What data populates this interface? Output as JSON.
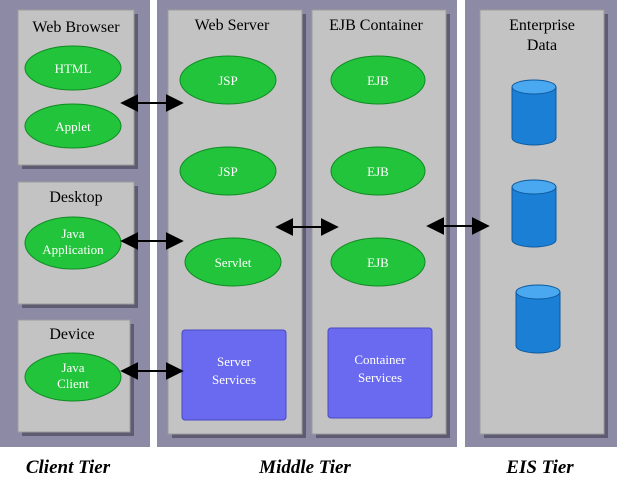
{
  "colors": {
    "tier_background": "#8d8aa6",
    "panel_fill": "#c3c3c3",
    "panel_stroke": "#9c9c9c",
    "shadow": "#5e5b72",
    "component_green": "#21c43a",
    "component_green_stroke": "#118a24",
    "service_blue": "#6a6af0",
    "cylinder_blue": "#1c7fd6",
    "cylinder_top": "#4aa8f0",
    "arrow": "#000000"
  },
  "client_tier": {
    "label": "Client Tier",
    "web_browser": {
      "title": "Web Browser",
      "components": [
        "HTML",
        "Applet"
      ]
    },
    "desktop": {
      "title": "Desktop",
      "component": [
        "Java",
        "Application"
      ]
    },
    "device": {
      "title": "Device",
      "component": [
        "Java",
        "Client"
      ]
    }
  },
  "middle_tier": {
    "label": "Middle Tier",
    "web_server": {
      "title": "Web Server",
      "components": [
        "JSP",
        "JSP",
        "Servlet"
      ],
      "services": [
        "Server",
        "Services"
      ]
    },
    "ejb_container": {
      "title": "EJB Container",
      "components": [
        "EJB",
        "EJB",
        "EJB"
      ],
      "services": [
        "Container",
        "Services"
      ]
    }
  },
  "eis_tier": {
    "label": "EIS Tier",
    "enterprise_data": {
      "title": [
        "Enterprise",
        "Data"
      ],
      "databases": 3
    }
  }
}
